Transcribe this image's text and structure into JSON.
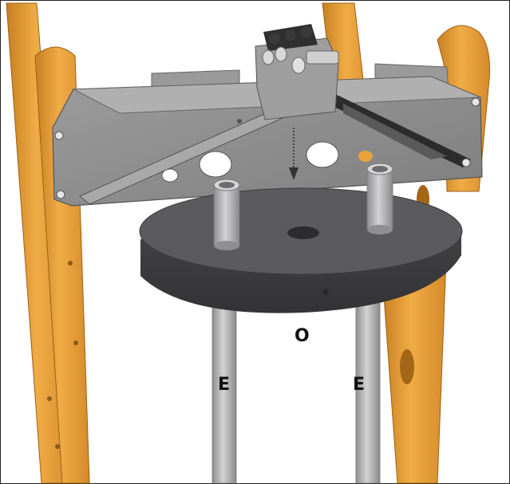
{
  "figure": {
    "labels": {
      "plate": "O",
      "left_rod": "E",
      "right_rod": "E"
    }
  },
  "colors": {
    "wood": "#e8a33b",
    "wood_dark": "#b8741c",
    "steel_plate": "#8d8d8d",
    "steel_light": "#a4a4a4",
    "weight_plate": "#4c4c4e",
    "weight_plate_top": "#5d5d60",
    "rod": "#b9b9bb",
    "arrow": "#333333"
  }
}
